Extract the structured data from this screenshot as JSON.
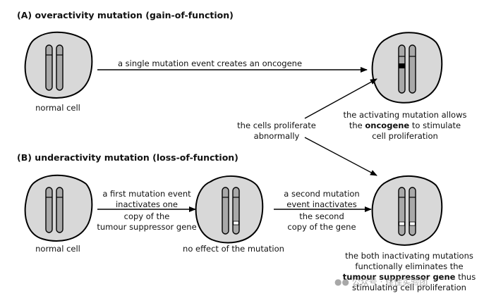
{
  "panel_a": {
    "heading": "(A) overactivity mutation (gain-of-function)",
    "normal_cell": "normal cell",
    "arrow_label": "a single mutation event creates an oncogene",
    "result_line1": "the activating mutation allows",
    "result_line2_pre": "the ",
    "result_line2_bold": "oncogene",
    "result_line2_post": " to stimulate",
    "result_line3": "cell proliferation"
  },
  "middle": {
    "line1": "the cells proliferate",
    "line2": "abnormally"
  },
  "panel_b": {
    "heading": "(B) underactivity mutation (loss-of-function)",
    "normal_cell": "normal cell",
    "first_event": [
      "a first mutation event",
      "inactivates one",
      "copy of the",
      "tumour suppressor gene"
    ],
    "no_effect": "no effect of the mutation",
    "second_event": [
      "a second mutation",
      "event inactivates",
      "the second",
      "copy of the gene"
    ],
    "result_line1": "the both inactivating mutations",
    "result_line2": "functionally eliminates the",
    "result_line3_bold": "tumour suppressor gene",
    "result_line3_post": " thus",
    "result_line4": "stimulating cell proliferation"
  },
  "watermark": "公众号 · 佳佳实验团",
  "colors": {
    "cell_fill": "#d8d8d8",
    "chromosome_fill": "#a9a9a9",
    "outline": "#000000"
  }
}
